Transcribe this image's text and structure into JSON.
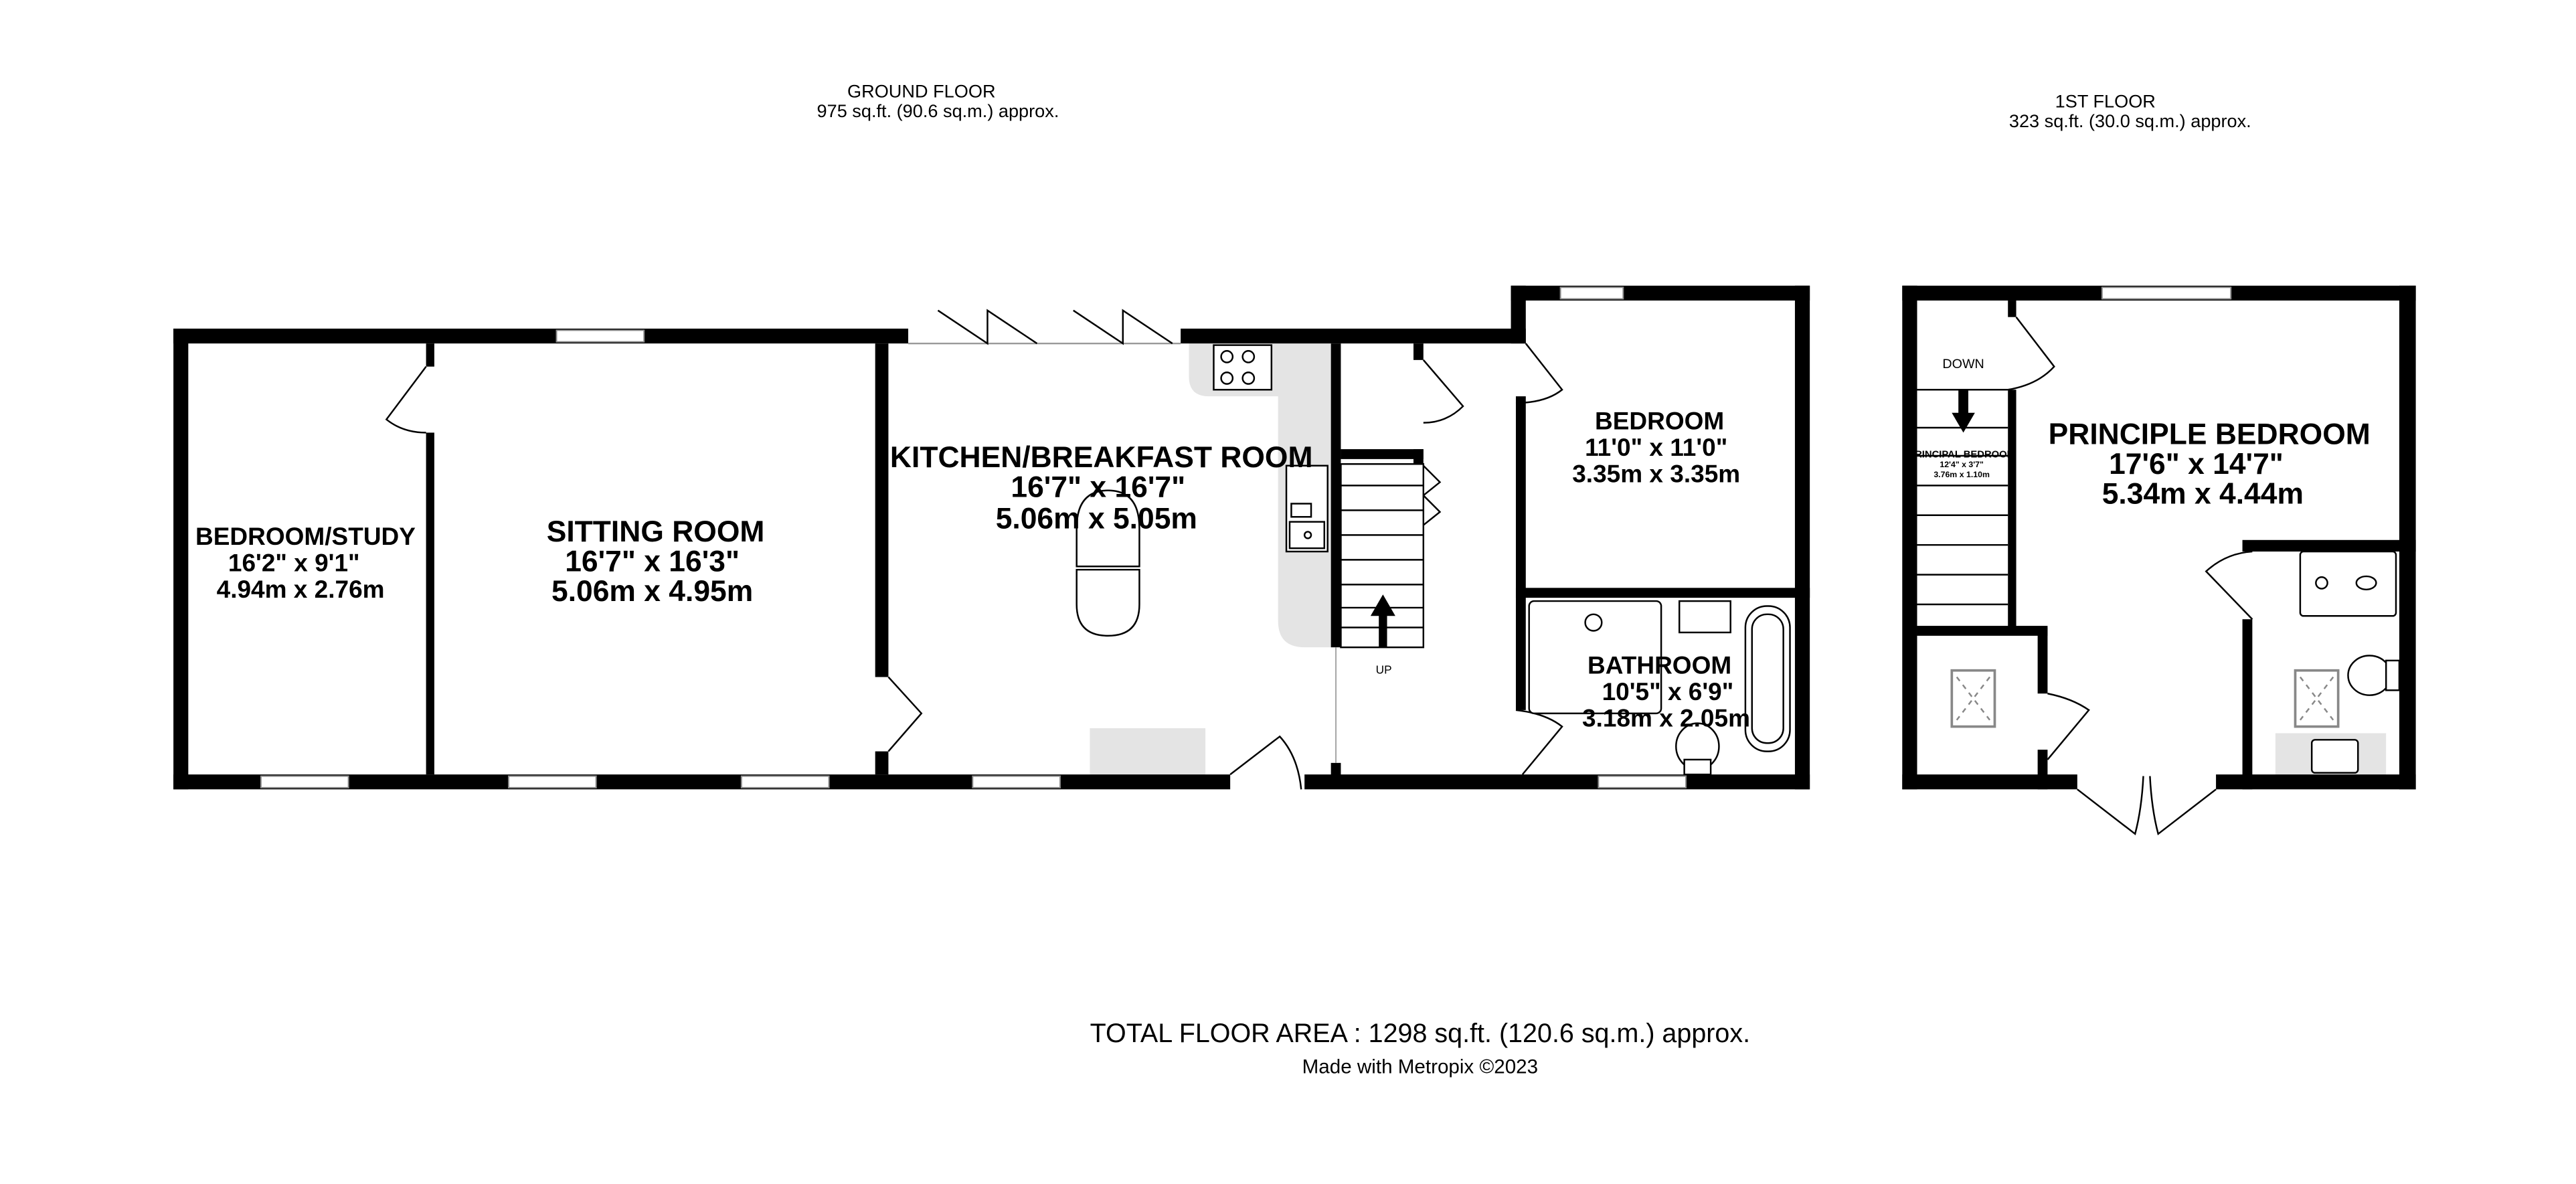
{
  "ground_floor": {
    "title": "GROUND FLOOR",
    "area": "975 sq.ft. (90.6 sq.m.) approx.",
    "rooms": [
      {
        "name": "BEDROOM/STUDY",
        "imperial": "16'2\"  x 9'1\"",
        "metric": "4.94m  x 2.76m"
      },
      {
        "name": "SITTING ROOM",
        "imperial": "16'7\"  x 16'3\"",
        "metric": "5.06m  x 4.95m"
      },
      {
        "name": "KITCHEN/BREAKFAST ROOM",
        "imperial": "16'7\"  x 16'7\"",
        "metric": "5.06m  x 5.05m"
      },
      {
        "name": "BEDROOM",
        "imperial": "11'0\"  x 11'0\"",
        "metric": "3.35m  x 3.35m"
      },
      {
        "name": "BATHROOM",
        "imperial": "10'5\"  x 6'9\"",
        "metric": "3.18m  x 2.05m"
      }
    ],
    "stair_label": "UP"
  },
  "first_floor": {
    "title": "1ST FLOOR",
    "area": "323 sq.ft. (30.0 sq.m.) approx.",
    "rooms": [
      {
        "name": "PRINCIPLE BEDROOM",
        "imperial": "17'6\"  x 14'7\"",
        "metric": "5.34m  x 4.44m"
      },
      {
        "name": "PRINCIPAL BEDROOM",
        "imperial": "12'4\"  x 3'7\"",
        "metric": "3.76m  x 1.10m"
      }
    ],
    "stair_label": "DOWN"
  },
  "footer": {
    "total": "TOTAL FLOOR AREA : 1298 sq.ft. (120.6 sq.m.) approx.",
    "credit": "Made with Metropix ©2023"
  }
}
